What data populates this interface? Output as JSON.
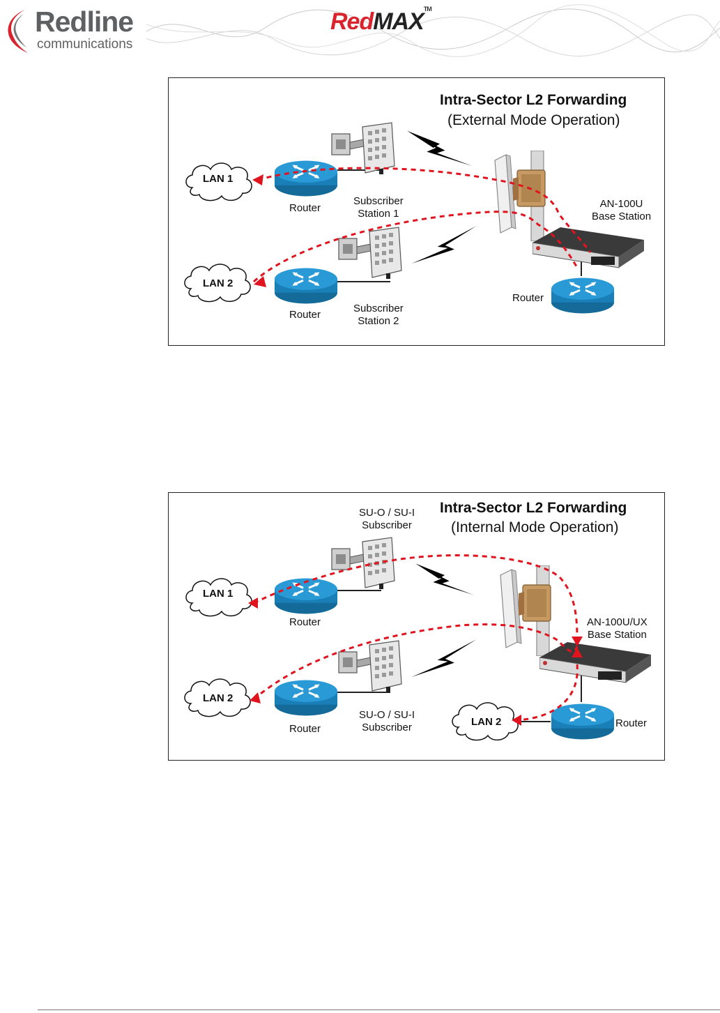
{
  "header": {
    "redline_word": "Redline",
    "redline_sub": "communications",
    "redmax_red": "Red",
    "redmax_max": "MAX",
    "redmax_tm": "TM"
  },
  "figure1": {
    "title": "Intra-Sector L2 Forwarding",
    "subtitle": "(External Mode Operation)",
    "lan1": "LAN 1",
    "lan2": "LAN 2",
    "router1": "Router",
    "router2": "Router",
    "router3": "Router",
    "ss1_line1": "Subscriber",
    "ss1_line2": "Station 1",
    "ss2_line1": "Subscriber",
    "ss2_line2": "Station 2",
    "bs_line1": "AN-100U",
    "bs_line2": "Base Station"
  },
  "figure2": {
    "title": "Intra-Sector L2 Forwarding",
    "subtitle": "(Internal Mode Operation)",
    "lan1": "LAN 1",
    "lan2_left": "LAN 2",
    "lan2_right": "LAN 2",
    "router1": "Router",
    "router2": "Router",
    "router3": "Router",
    "su1_line1": "SU-O / SU-I",
    "su1_line2": "Subscriber",
    "su2_line1": "SU-O / SU-I",
    "su2_line2": "Subscriber",
    "bs_line1": "AN-100U/UX",
    "bs_line2": "Base Station"
  },
  "colors": {
    "accent_red": "#d9232d",
    "router_blue": "#1e8fc8",
    "path_red": "#e0141e"
  }
}
